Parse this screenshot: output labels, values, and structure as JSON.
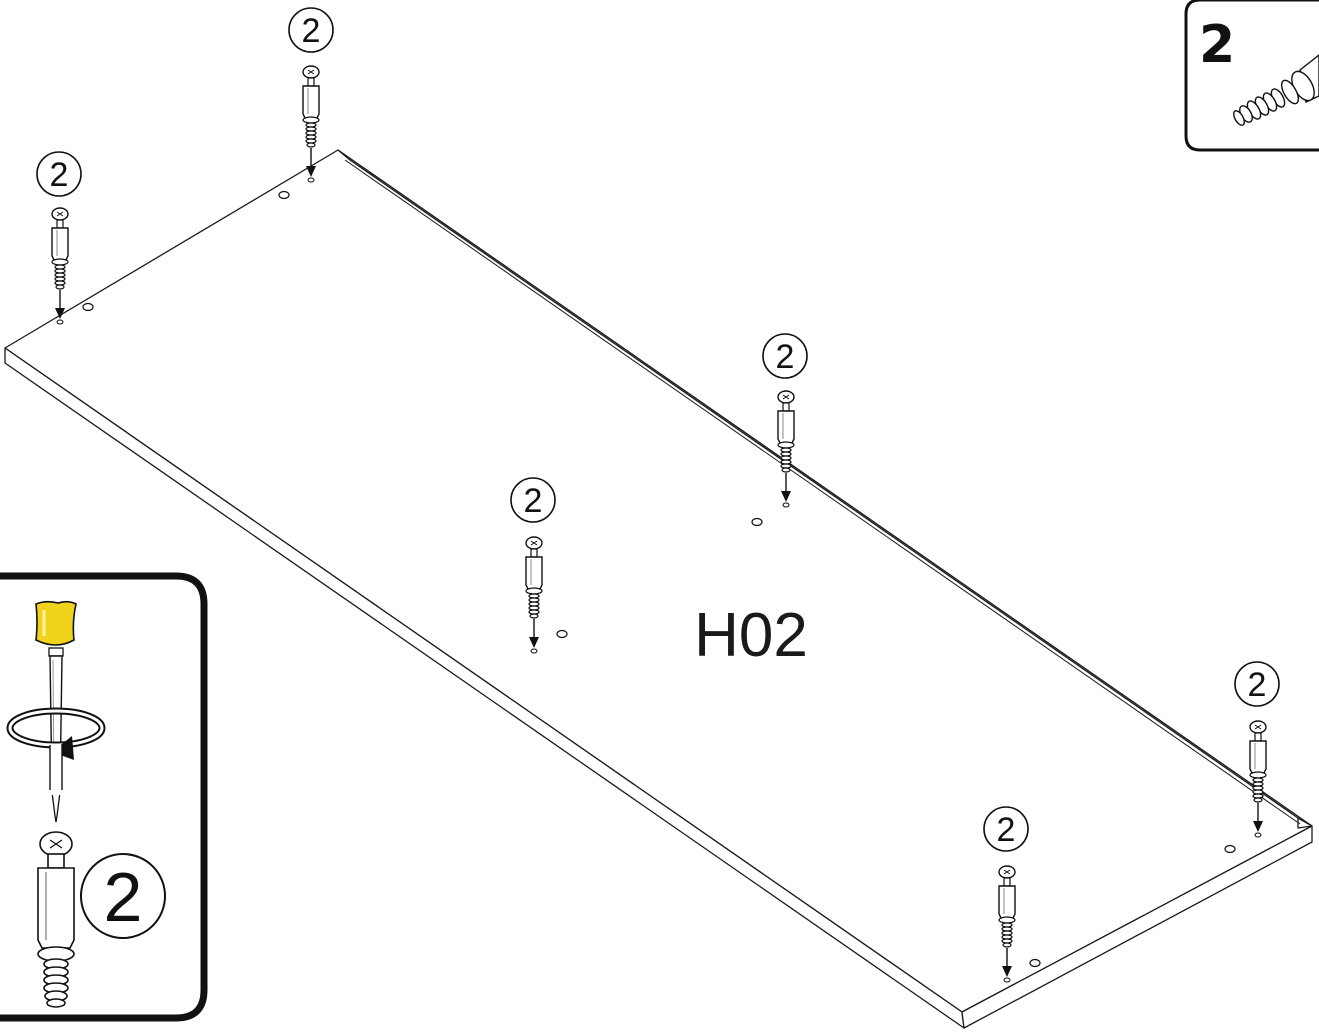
{
  "panel": {
    "label": "H02"
  },
  "fittings": [
    {
      "tag": "2"
    },
    {
      "tag": "2"
    },
    {
      "tag": "2"
    },
    {
      "tag": "2"
    },
    {
      "tag": "2"
    },
    {
      "tag": "2"
    }
  ],
  "part_box": {
    "quantity": "2",
    "icon": "cam-bolt-icon"
  },
  "tool_box": {
    "tag": "2",
    "tool_icon": "screwdriver-icon",
    "rotation_icon": "clockwise-rotation-arrow-icon",
    "part_icon": "cam-bolt-icon"
  },
  "colors": {
    "line": "#1a1a1a",
    "screwdriver_handle": "#f2d31b"
  }
}
